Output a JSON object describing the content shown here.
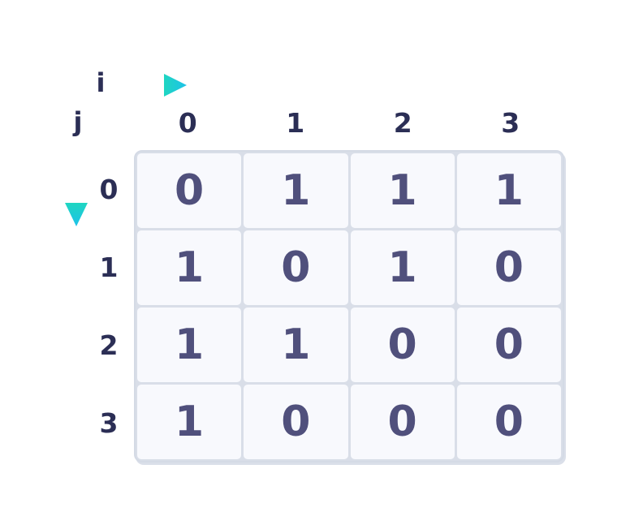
{
  "diagram": {
    "i_axis_label": "i",
    "j_axis_label": "j"
  },
  "matrix": {
    "col_headers": [
      "0",
      "1",
      "2",
      "3"
    ],
    "row_headers": [
      "0",
      "1",
      "2",
      "3"
    ],
    "rows": [
      [
        "0",
        "1",
        "1",
        "1"
      ],
      [
        "1",
        "0",
        "1",
        "0"
      ],
      [
        "1",
        "1",
        "0",
        "0"
      ],
      [
        "1",
        "0",
        "0",
        "0"
      ]
    ]
  },
  "colors": {
    "page_bg": "#ffffff",
    "label_text": "#2b2e55",
    "cell_text": "#50507c",
    "cell_bg": "#f8f9fd",
    "grid_line": "#d9dee8",
    "arrow_gradient_start": "#1fd6c1",
    "arrow_gradient_end": "#1ec2e9"
  }
}
